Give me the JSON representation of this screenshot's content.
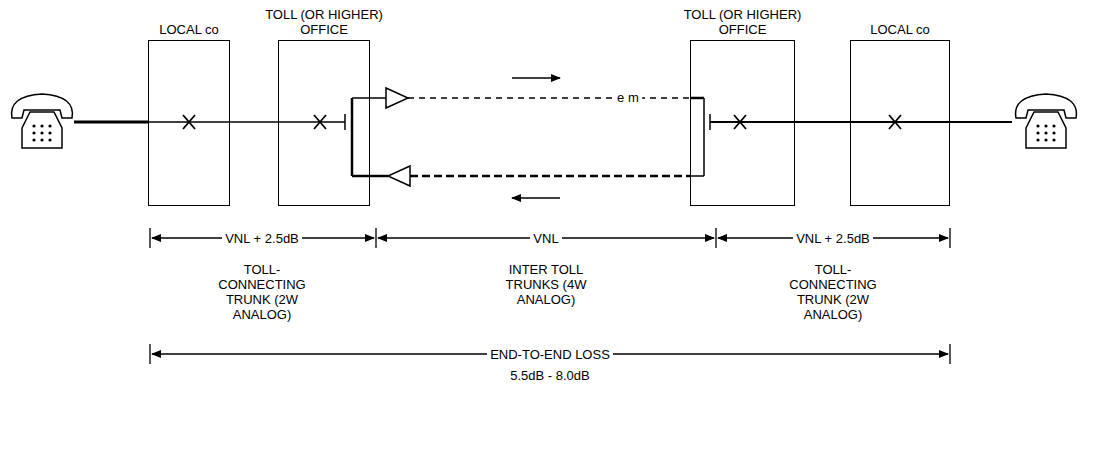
{
  "diagram": {
    "nodes": [
      {
        "text": [
          "LOCAL co"
        ]
      },
      {
        "text": [
          "TOLL (OR HIGHER) OFFICE"
        ]
      },
      {
        "text": [
          "TOLL (OR HIGHER) OFFICE"
        ]
      },
      {
        "text": [
          "LOCAL co"
        ]
      }
    ],
    "edges": [
      {
        "from": 0,
        "to": 1,
        "arrow": "none"
      },
      {
        "from": 1,
        "to": 2,
        "label": "e m",
        "arrow": "none"
      },
      {
        "from": 2,
        "to": 1,
        "arrow": "none"
      },
      {
        "from": 2,
        "to": 3,
        "arrow": "none"
      }
    ],
    "labels": [
      "VNL + 2.5dB",
      "TOLL-CONNECTING TRUNK (2W ANALOG)",
      "VNL",
      "INTER TOLL TRUNKS (4W ANALOG)",
      "VNL + 2.5dB",
      "TOLL-CONNECTING TRUNK (2W ANALOG)",
      "END-TO-END LOSS",
      "5.5dB - 8.0dB"
    ]
  }
}
